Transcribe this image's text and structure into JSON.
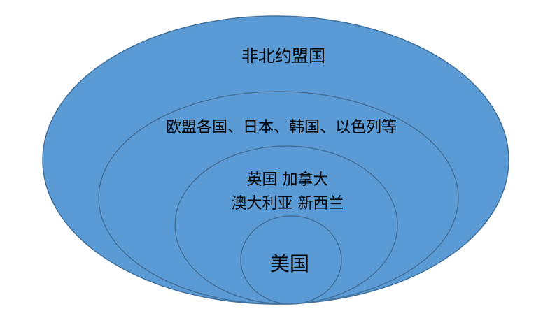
{
  "diagram": {
    "type": "nested-ellipses",
    "fill_color": "#5b9bd5",
    "stroke_color": "#41719c",
    "levels": [
      {
        "label": "非北约盟国"
      },
      {
        "label": "欧盟各国、日本、韩国、以色列等"
      },
      {
        "lines": [
          "英国  加拿大",
          "澳大利亚  新西兰"
        ]
      },
      {
        "label": "美国"
      }
    ]
  }
}
